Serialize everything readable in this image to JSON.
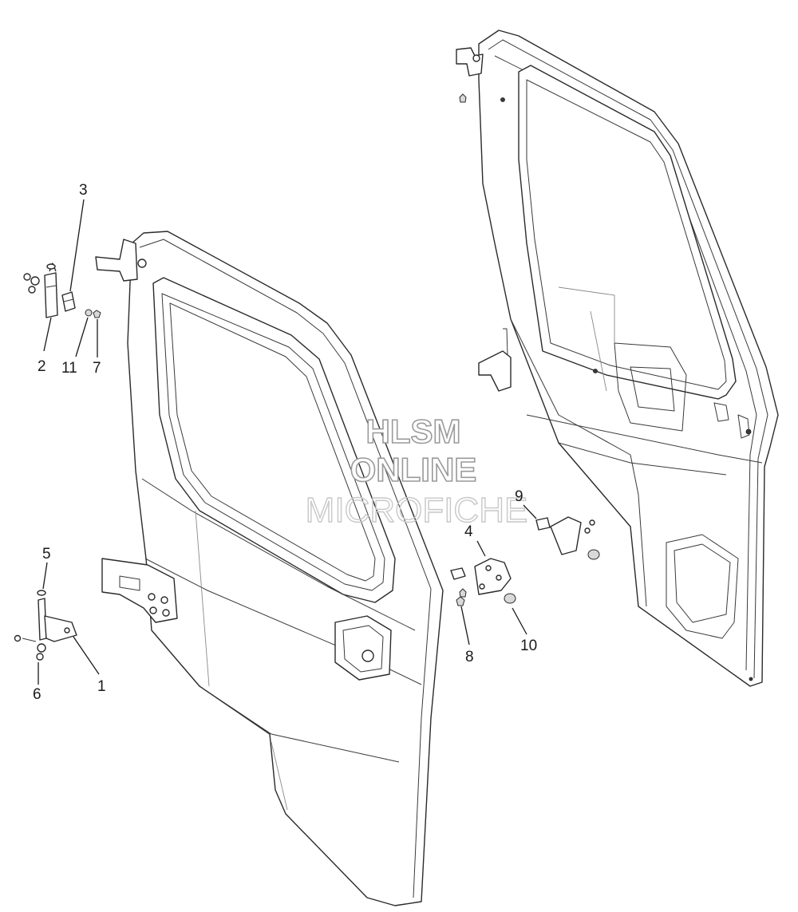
{
  "watermark": {
    "line1": "HLSM",
    "line2": "ONLINE",
    "line3": "MICROFICHE"
  },
  "callouts": [
    {
      "id": "c1",
      "label": "1"
    },
    {
      "id": "c2",
      "label": "2"
    },
    {
      "id": "c3",
      "label": "3"
    },
    {
      "id": "c4",
      "label": "4"
    },
    {
      "id": "c5",
      "label": "5"
    },
    {
      "id": "c6",
      "label": "6"
    },
    {
      "id": "c7",
      "label": "7"
    },
    {
      "id": "c8",
      "label": "8"
    },
    {
      "id": "c9",
      "label": "9"
    },
    {
      "id": "c10",
      "label": "10"
    },
    {
      "id": "c11",
      "label": "11"
    }
  ],
  "colors": {
    "line": "#2a2a2a",
    "background": "#ffffff",
    "watermark": "#9a9a9a"
  }
}
